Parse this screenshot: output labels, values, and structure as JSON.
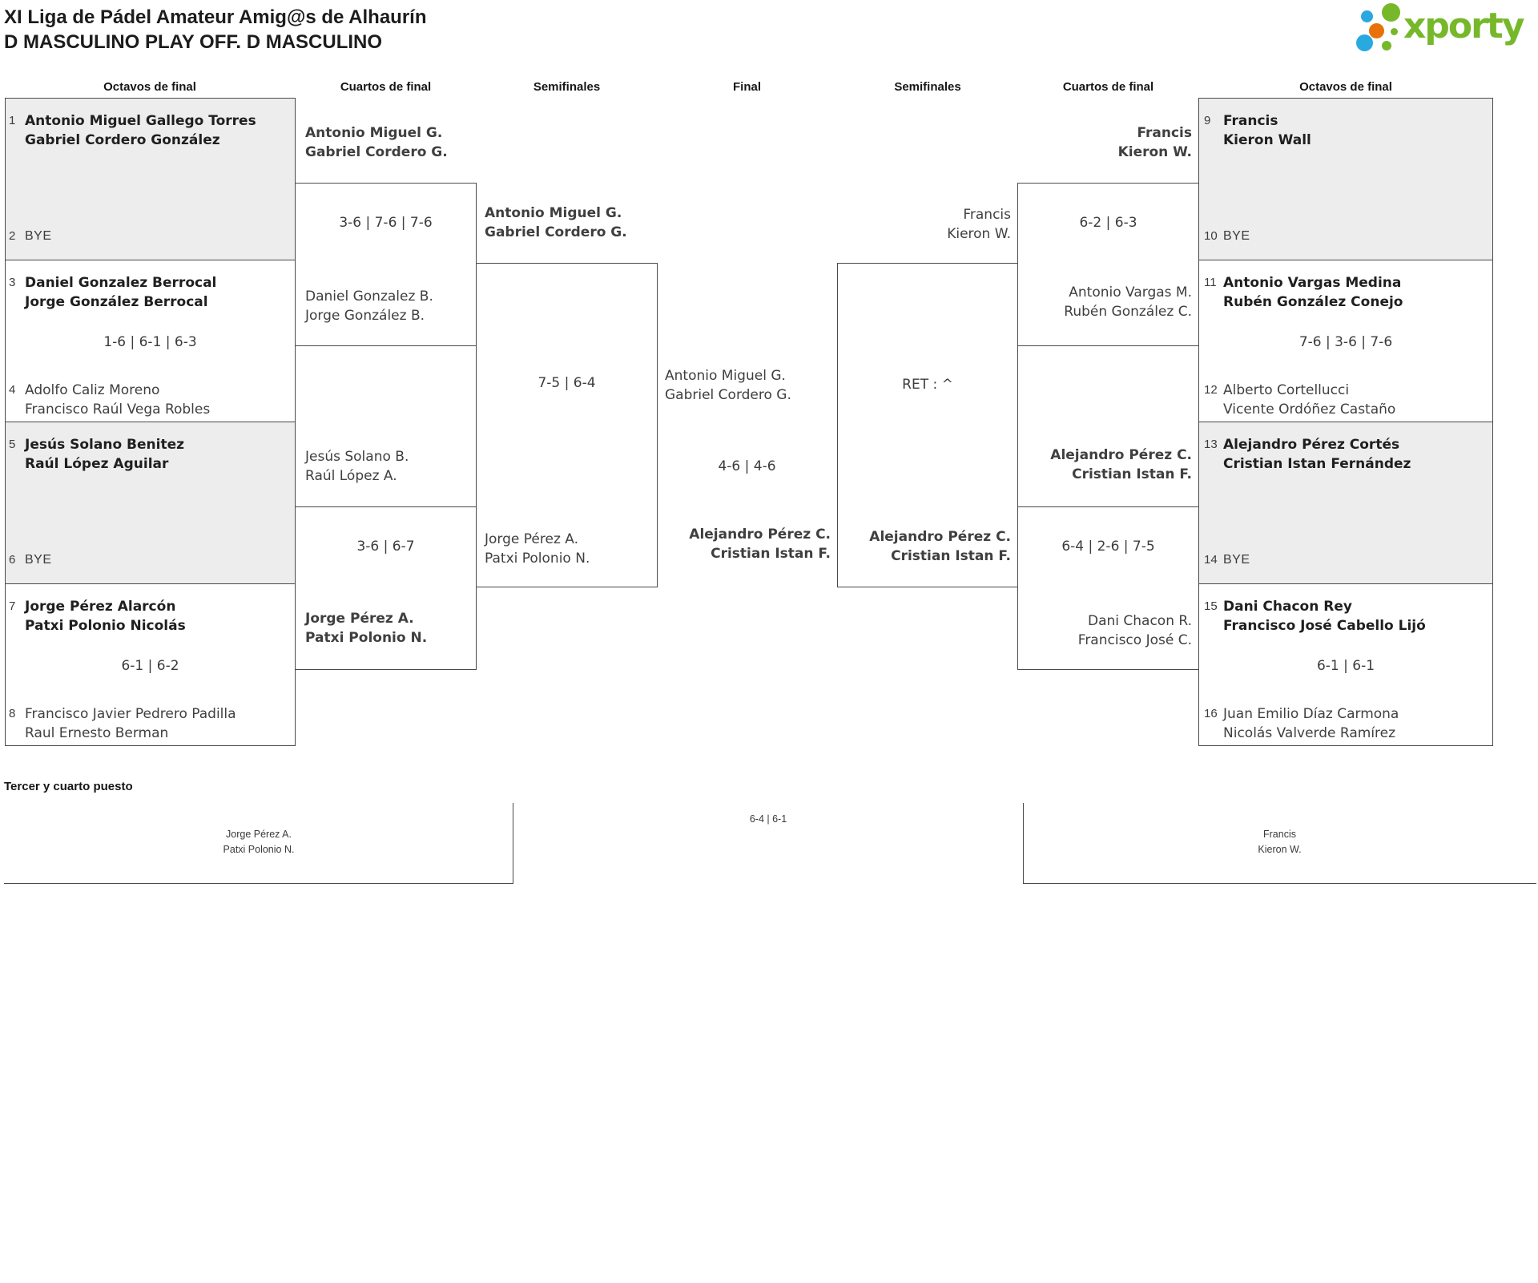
{
  "title": {
    "line1": "XI Liga de Pádel Amateur Amig@s de Alhaurín",
    "line2": "D MASCULINO PLAY OFF. D MASCULINO"
  },
  "logo": {
    "wordmark": "xporty",
    "green": "#76b82a",
    "blue": "#2aa9e0",
    "orange": "#e8710a"
  },
  "colors": {
    "line": "#4a4a4a",
    "box_fill": "#ededed"
  },
  "headers": [
    "Octavos de final",
    "Cuartos de final",
    "Semifinales",
    "Final",
    "Semifinales",
    "Cuartos de final",
    "Octavos de final"
  ],
  "octavos_left": [
    {
      "seed_top": "1",
      "team_top": "Antonio Miguel Gallego Torres\nGabriel Cordero González",
      "score": "",
      "seed_bottom": "2",
      "team_bottom": "BYE"
    },
    {
      "seed_top": "3",
      "team_top": "Daniel Gonzalez Berrocal\nJorge González Berrocal",
      "score": "1-6 | 6-1 | 6-3",
      "seed_bottom": "4",
      "team_bottom": "Adolfo Caliz Moreno\nFrancisco Raúl Vega Robles"
    },
    {
      "seed_top": "5",
      "team_top": "Jesús Solano Benitez\nRaúl López Aguilar",
      "score": "",
      "seed_bottom": "6",
      "team_bottom": "BYE"
    },
    {
      "seed_top": "7",
      "team_top": "Jorge Pérez Alarcón\nPatxi Polonio Nicolás",
      "score": "6-1 | 6-2",
      "seed_bottom": "8",
      "team_bottom": "Francisco Javier Pedrero Padilla\nRaul Ernesto Berman"
    }
  ],
  "cuartos_left": [
    {
      "team_top": "Antonio Miguel G.\nGabriel Cordero G.",
      "score": "3-6 | 7-6 | 7-6",
      "team_bottom": "Daniel Gonzalez B.\nJorge González B."
    },
    {
      "team_top": "Jesús Solano B.\nRaúl López A.",
      "score": "3-6 | 6-7",
      "team_bottom": "Jorge Pérez A.\nPatxi Polonio N."
    }
  ],
  "semis_left": {
    "team_top": "Antonio Miguel G.\nGabriel Cordero G.",
    "score": "7-5 | 6-4",
    "team_bottom": "Jorge Pérez A.\nPatxi Polonio N."
  },
  "final": {
    "team_left": "Antonio Miguel G.\nGabriel Cordero G.",
    "score": "4-6 | 4-6",
    "team_right": "Alejandro Pérez C.\nCristian Istan F."
  },
  "semis_right": {
    "team_top": "Francis\nKieron W.",
    "score": "RET : ^",
    "team_bottom": "Alejandro Pérez C.\nCristian Istan F."
  },
  "cuartos_right": [
    {
      "team_top": "Francis\nKieron W.",
      "score": "6-2 | 6-3",
      "team_bottom": "Antonio Vargas M.\nRubén González C."
    },
    {
      "team_top": "Alejandro Pérez C.\nCristian Istan F.",
      "score": "6-4 | 2-6 | 7-5",
      "team_bottom": "Dani Chacon R.\nFrancisco José C."
    }
  ],
  "octavos_right": [
    {
      "seed_top": "9",
      "team_top": "Francis\nKieron Wall",
      "score": "",
      "seed_bottom": "10",
      "team_bottom": "BYE"
    },
    {
      "seed_top": "11",
      "team_top": "Antonio Vargas Medina\nRubén González Conejo",
      "score": "7-6 | 3-6 | 7-6",
      "seed_bottom": "12",
      "team_bottom": "Alberto Cortellucci\nVicente Ordóñez Castaño"
    },
    {
      "seed_top": "13",
      "team_top": "Alejandro Pérez Cortés\nCristian Istan Fernández",
      "score": "",
      "seed_bottom": "14",
      "team_bottom": "BYE"
    },
    {
      "seed_top": "15",
      "team_top": "Dani Chacon Rey\nFrancisco José Cabello Lijó",
      "score": "6-1 | 6-1",
      "seed_bottom": "16",
      "team_bottom": "Juan Emilio Díaz Carmona\nNicolás Valverde Ramírez"
    }
  ],
  "third_place": {
    "label": "Tercer y cuarto puesto",
    "team_left": "Jorge Pérez A.\nPatxi Polonio N.",
    "score": "6-4 | 6-1",
    "team_right": "Francis\nKieron W."
  }
}
